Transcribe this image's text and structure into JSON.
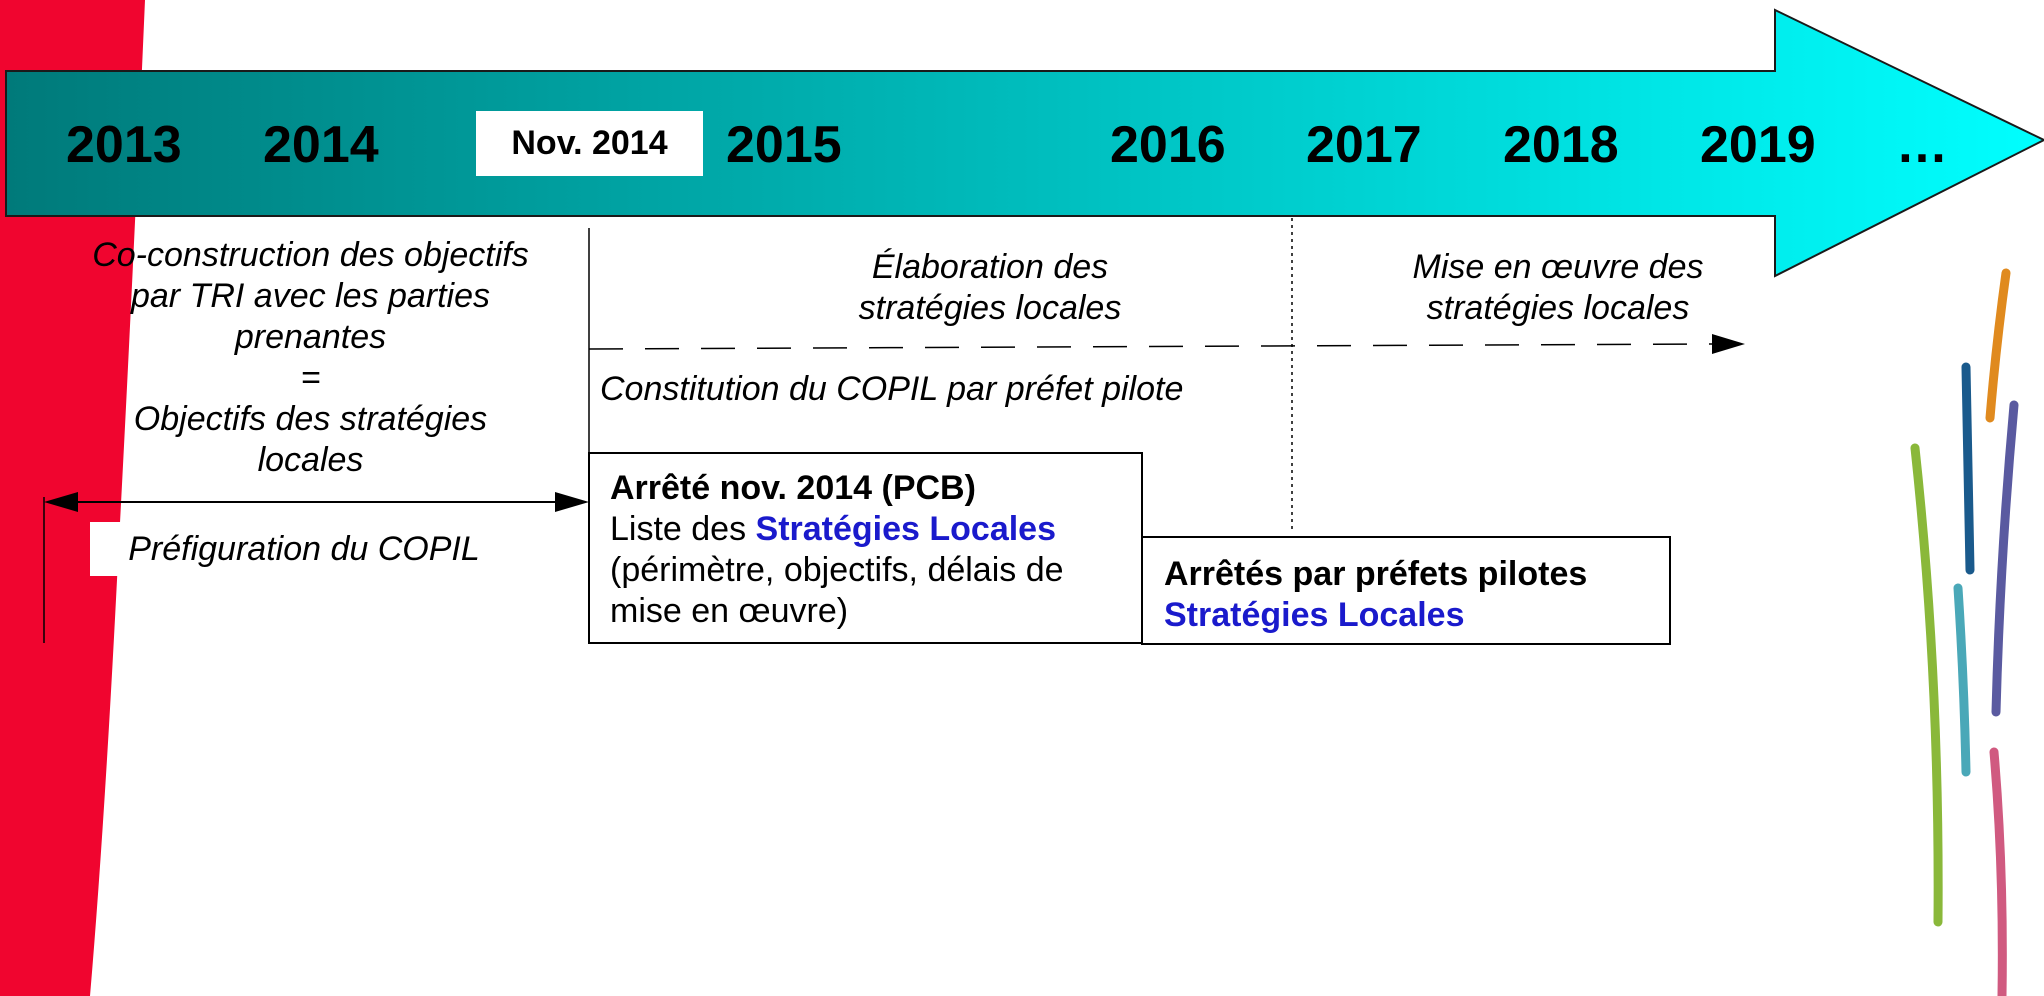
{
  "timeline": {
    "years": [
      "2013",
      "2014",
      "2015",
      "2016",
      "2017",
      "2018",
      "2019",
      "…"
    ],
    "marker_label": "Nov. 2014",
    "colors": {
      "arrow_start": "#007a7a",
      "arrow_end": "#00ffff",
      "sidebar": "#f0052f"
    }
  },
  "phases": {
    "co_construction": [
      "Co-construction des objectifs",
      "par TRI avec les parties",
      "prenantes",
      "=",
      "Objectifs des stratégies",
      "locales"
    ],
    "prefiguration": "Préfiguration du COPIL",
    "elaboration": [
      "Élaboration des",
      "stratégies locales"
    ],
    "mise_en_oeuvre": [
      "Mise en œuvre des",
      "stratégies locales"
    ],
    "constitution": "Constitution du COPIL par préfet pilote"
  },
  "arrete_pcb": {
    "title": "Arrêté nov. 2014 (PCB)",
    "list_prefix": "Liste des ",
    "list_highlight": "Stratégies Locales",
    "details": [
      "(périmètre, objectifs, délais de",
      "mise en œuvre)"
    ]
  },
  "arretes_prefets": {
    "title": "Arrêtés par préfets pilotes",
    "highlight": "Stratégies Locales"
  }
}
